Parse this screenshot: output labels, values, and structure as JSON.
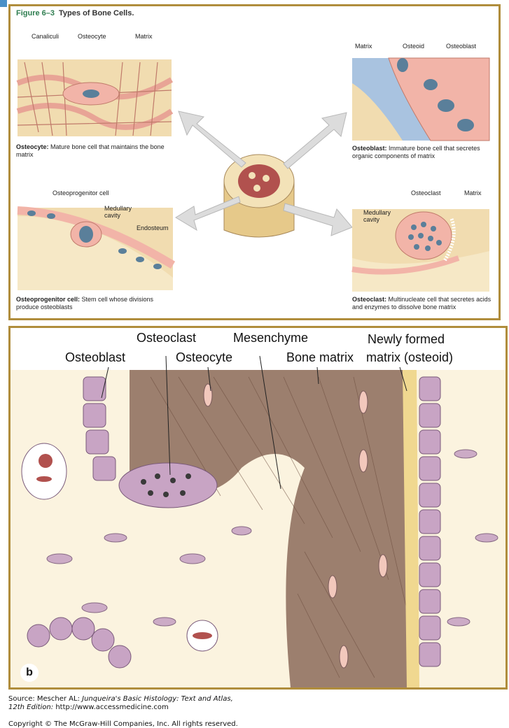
{
  "panel_a": {
    "figure_number": "Figure 6–3",
    "figure_title": "Types of Bone Cells.",
    "osteocyte": {
      "labels": [
        "Canaliculi",
        "Osteocyte",
        "Matrix"
      ],
      "caption_bold": "Osteocyte:",
      "caption_text": " Mature bone cell that maintains the bone matrix"
    },
    "osteoblast": {
      "labels": [
        "Matrix",
        "Osteoid",
        "Osteoblast"
      ],
      "caption_bold": "Osteoblast:",
      "caption_text": " Immature bone cell that secretes organic components of matrix"
    },
    "osteoprogenitor": {
      "labels": [
        "Osteoprogenitor cell",
        "Medullary cavity",
        "Endosteum"
      ],
      "caption_bold": "Osteoprogenitor cell:",
      "caption_text": " Stem cell whose divisions produce osteoblasts"
    },
    "osteoclast": {
      "labels": [
        "Osteoclast",
        "Matrix",
        "Medullary cavity"
      ],
      "caption_bold": "Osteoclast:",
      "caption_text": " Multinucleate cell that secretes acids and enzymes to dissolve bone matrix"
    }
  },
  "panel_b": {
    "labels": {
      "osteoclast": "Osteoclast",
      "mesenchyme": "Mesenchyme",
      "newly_formed_1": "Newly formed",
      "osteoblast": "Osteoblast",
      "osteocyte": "Osteocyte",
      "bone_matrix": "Bone matrix",
      "newly_formed_2": "matrix (osteoid)"
    },
    "panel_letter": "b"
  },
  "footer": {
    "source_prefix": "Source: Mescher AL: ",
    "source_title": "Junqueira's Basic Histology: Text and Atlas,",
    "source_edition": "12th Edition:",
    "source_url": " http://www.accessmedicine.com",
    "copyright": "Copyright © The McGraw-Hill Companies, Inc. All rights reserved."
  },
  "colors": {
    "frame": "#b08d3c",
    "matrix": "#f1dcb0",
    "cell": "#f2b4a8",
    "nucleus": "#5a7f9a",
    "marrow": "#b1514e",
    "stain_purple": "#c8a4c4",
    "stain_brown": "#8b6a5a"
  }
}
